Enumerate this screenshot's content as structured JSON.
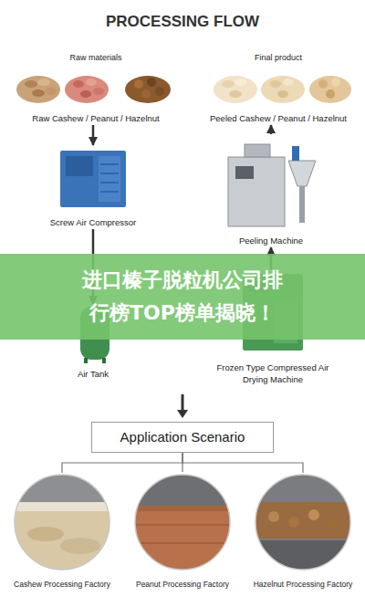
{
  "diagram": {
    "title": "PROCESSING FLOW",
    "nodes": [
      {
        "text": [
          "Raw materials",
          "Raw Cashew / Peanut / Hazelnut"
        ]
      },
      {
        "text": [
          "Screw Air Compressor"
        ]
      },
      {
        "text": [
          "Air Tank"
        ]
      },
      {
        "text": [
          "Frozen Type Compressed Air Drying Machine"
        ]
      },
      {
        "text": [
          "Peeling Machine"
        ]
      },
      {
        "text": [
          "Final product",
          "Peeled Cashew / Peanut / Hazelnut"
        ]
      },
      {
        "text": [
          "Application Scenario"
        ]
      },
      {
        "text": [
          "Cashew Processing Factory"
        ]
      },
      {
        "text": [
          "Peanut Processing Factory"
        ]
      },
      {
        "text": [
          "Hazelnut Processing Factory"
        ]
      },
      {
        "text": [
          "进口榛子脱粒机公司排行榜TOP榜单揭晓！"
        ]
      }
    ],
    "edges": [
      {
        "from": 0,
        "to": 1,
        "arrow": "to"
      },
      {
        "from": 1,
        "to": 2,
        "arrow": "to"
      },
      {
        "from": 3,
        "to": 4,
        "arrow": "to"
      },
      {
        "from": 4,
        "to": 5,
        "arrow": "to"
      },
      {
        "from": 6,
        "to": 7,
        "arrow": "none"
      },
      {
        "from": 6,
        "to": 8,
        "arrow": "none"
      },
      {
        "from": 6,
        "to": 9,
        "arrow": "none"
      }
    ]
  }
}
